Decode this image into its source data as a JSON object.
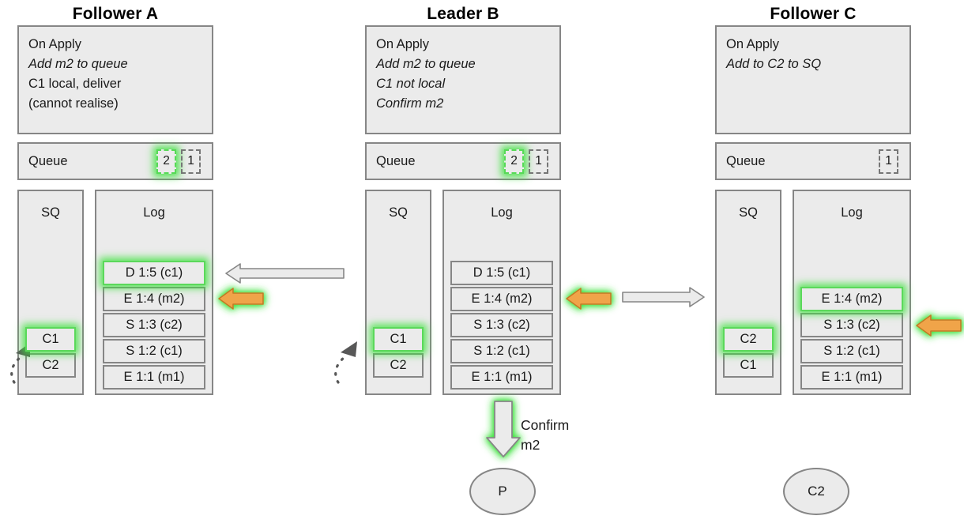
{
  "diagram": {
    "title_bar": [
      "Follower A",
      "Leader B",
      "Follower C"
    ],
    "colors": {
      "panel_fill": "#ebebeb",
      "panel_border": "#868686",
      "highlight_green": "#3ce23c",
      "orange_arrow": "#f0a44a",
      "orange_arrow_border": "#c07a28",
      "grey_arrow_fill": "#ebebeb"
    }
  },
  "columns": [
    {
      "title": "Follower A",
      "apply": {
        "header": "On Apply",
        "lines": [
          {
            "text": "On Apply",
            "italic": false
          },
          {
            "text": "Add m2 to queue",
            "italic": true
          },
          {
            "text": "C1 local, deliver",
            "italic": false
          },
          {
            "text": "(cannot realise)",
            "italic": false
          }
        ]
      },
      "queue": {
        "label": "Queue",
        "slots": [
          {
            "value": "2",
            "highlight": true
          },
          {
            "value": "1",
            "highlight": false
          }
        ]
      },
      "sq": {
        "title": "SQ",
        "items": [
          {
            "value": "C1",
            "highlight": true
          },
          {
            "value": "C2",
            "highlight": false
          }
        ]
      },
      "log": {
        "title": "Log",
        "entries": [
          {
            "value": "D 1:5 (c1)",
            "highlight": true
          },
          {
            "value": "E 1:4 (m2)",
            "highlight": false
          },
          {
            "value": "S 1:3 (c2)",
            "highlight": false
          },
          {
            "value": "S 1:2 (c1)",
            "highlight": false
          },
          {
            "value": "E 1:1 (m1)",
            "highlight": false
          }
        ]
      }
    },
    {
      "title": "Leader B",
      "apply": {
        "header": "On Apply",
        "lines": [
          {
            "text": "On Apply",
            "italic": false
          },
          {
            "text": "Add m2 to queue",
            "italic": true
          },
          {
            "text": "C1 not local",
            "italic": true
          },
          {
            "text": "Confirm m2",
            "italic": true
          }
        ]
      },
      "queue": {
        "label": "Queue",
        "slots": [
          {
            "value": "2",
            "highlight": true
          },
          {
            "value": "1",
            "highlight": false
          }
        ]
      },
      "sq": {
        "title": "SQ",
        "items": [
          {
            "value": "C1",
            "highlight": true
          },
          {
            "value": "C2",
            "highlight": false
          }
        ]
      },
      "log": {
        "title": "Log",
        "entries": [
          {
            "value": "D 1:5 (c1)",
            "highlight": false
          },
          {
            "value": "E 1:4 (m2)",
            "highlight": false
          },
          {
            "value": "S 1:3 (c2)",
            "highlight": false
          },
          {
            "value": "S 1:2 (c1)",
            "highlight": false
          },
          {
            "value": "E 1:1 (m1)",
            "highlight": false
          }
        ]
      }
    },
    {
      "title": "Follower C",
      "apply": {
        "header": "On Apply",
        "lines": [
          {
            "text": "On Apply",
            "italic": false
          },
          {
            "text": "Add to C2 to SQ",
            "italic": true
          }
        ]
      },
      "queue": {
        "label": "Queue",
        "slots": [
          {
            "value": "1",
            "highlight": false
          }
        ]
      },
      "sq": {
        "title": "SQ",
        "items": [
          {
            "value": "C2",
            "highlight": true
          },
          {
            "value": "C1",
            "highlight": false
          }
        ]
      },
      "log": {
        "title": "Log",
        "entries": [
          {
            "value": "E 1:4 (m2)",
            "highlight": true
          },
          {
            "value": "S 1:3 (c2)",
            "highlight": false
          },
          {
            "value": "S 1:2 (c1)",
            "highlight": false
          },
          {
            "value": "E 1:1 (m1)",
            "highlight": false
          }
        ]
      }
    }
  ],
  "annotations": {
    "confirm_label_line1": "Confirm",
    "confirm_label_line2": "m2",
    "circle_p": "P",
    "circle_c2": "C2"
  }
}
